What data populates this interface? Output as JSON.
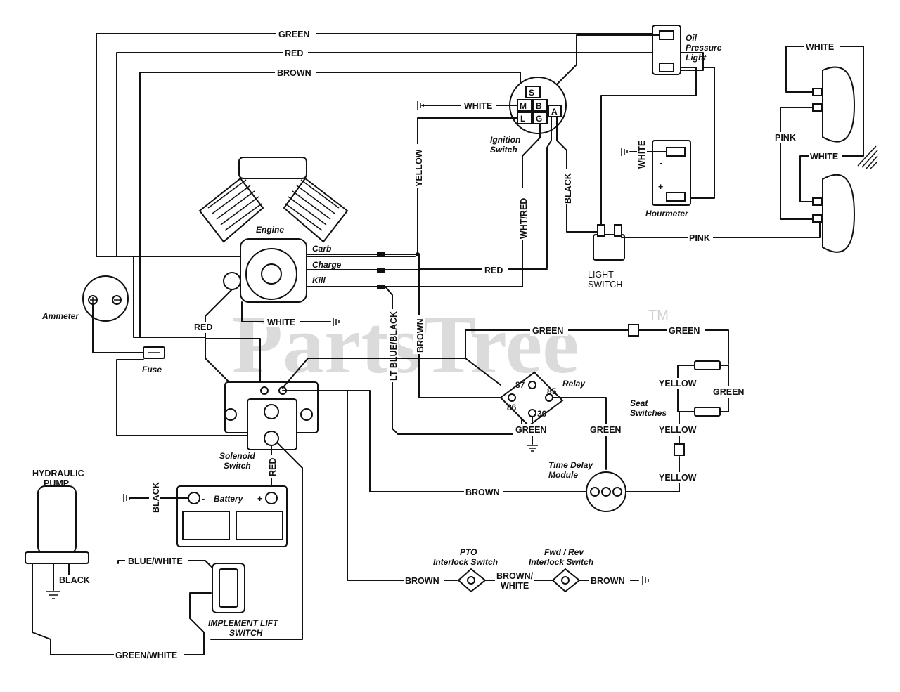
{
  "watermark": {
    "text": "PartsTree",
    "trademark": "TM"
  },
  "components": {
    "oil_pressure_light": [
      "Oil",
      "Pressure",
      "Light"
    ],
    "ignition_switch": [
      "Ignition",
      "Switch"
    ],
    "ignition_terminals": {
      "s": "S",
      "m": "M",
      "b": "B",
      "l": "L",
      "g": "G",
      "a": "A"
    },
    "engine": "Engine",
    "engine_terminals": {
      "carb": "Carb",
      "charge": "Charge",
      "kill": "Kill"
    },
    "ammeter": "Ammeter",
    "fuse": "Fuse",
    "hourmeter": "Hourmeter",
    "hourmeter_minus": "-",
    "hourmeter_plus": "+",
    "light_switch": [
      "LIGHT",
      "SWITCH"
    ],
    "relay": "Relay",
    "relay_terminals": {
      "t87": "87",
      "t85": "85",
      "t86": "86",
      "t30": "30"
    },
    "seat_switches": [
      "Seat",
      "Switches"
    ],
    "time_delay_module": [
      "Time Delay",
      "Module"
    ],
    "solenoid_switch": [
      "Solenoid",
      "Switch"
    ],
    "battery": "Battery",
    "battery_minus": "-",
    "battery_plus": "+",
    "hydraulic_pump": [
      "HYDRAULIC",
      "PUMP"
    ],
    "implement_lift_switch": [
      "IMPLEMENT LIFT",
      "SWITCH"
    ],
    "pto_interlock_switch": [
      "PTO",
      "Interlock Switch"
    ],
    "fwd_rev_interlock_switch": [
      "Fwd / Rev",
      "Interlock Switch"
    ]
  },
  "wire_labels": {
    "green_top": "GREEN",
    "red_top": "RED",
    "brown_top": "BROWN",
    "white_ignition": "WHITE",
    "yellow": "YELLOW",
    "white_red": "WHT/RED",
    "black_light": "BLACK",
    "white_hourmeter": "WHITE",
    "white_headlight_top": "WHITE",
    "pink_headlight": "PINK",
    "white_headlight_mid": "WHITE",
    "pink_light_switch": "PINK",
    "red_charge": "RED",
    "red_ammeter": "RED",
    "white_engine_ground": "WHITE",
    "lt_blue_black": "LT BLUE/BLACK",
    "brown_vertical": "BROWN",
    "green_relay_left": "GREEN",
    "green_relay_right": "GREEN",
    "yellow_seat_top": "YELLOW",
    "green_seat": "GREEN",
    "yellow_seat_mid": "YELLOW",
    "yellow_seat_bottom": "YELLOW",
    "green_relay_ground": "GREEN",
    "green_module": "GREEN",
    "brown_module": "BROWN",
    "red_solenoid": "RED",
    "black_battery": "BLACK",
    "blue_white": "BLUE/WHITE",
    "black_pump": "BLACK",
    "green_white": "GREEN/WHITE",
    "brown_pto_left": "BROWN",
    "brown_white_a": "BROWN/",
    "brown_white_b": "WHITE",
    "brown_fwd_right": "BROWN"
  }
}
